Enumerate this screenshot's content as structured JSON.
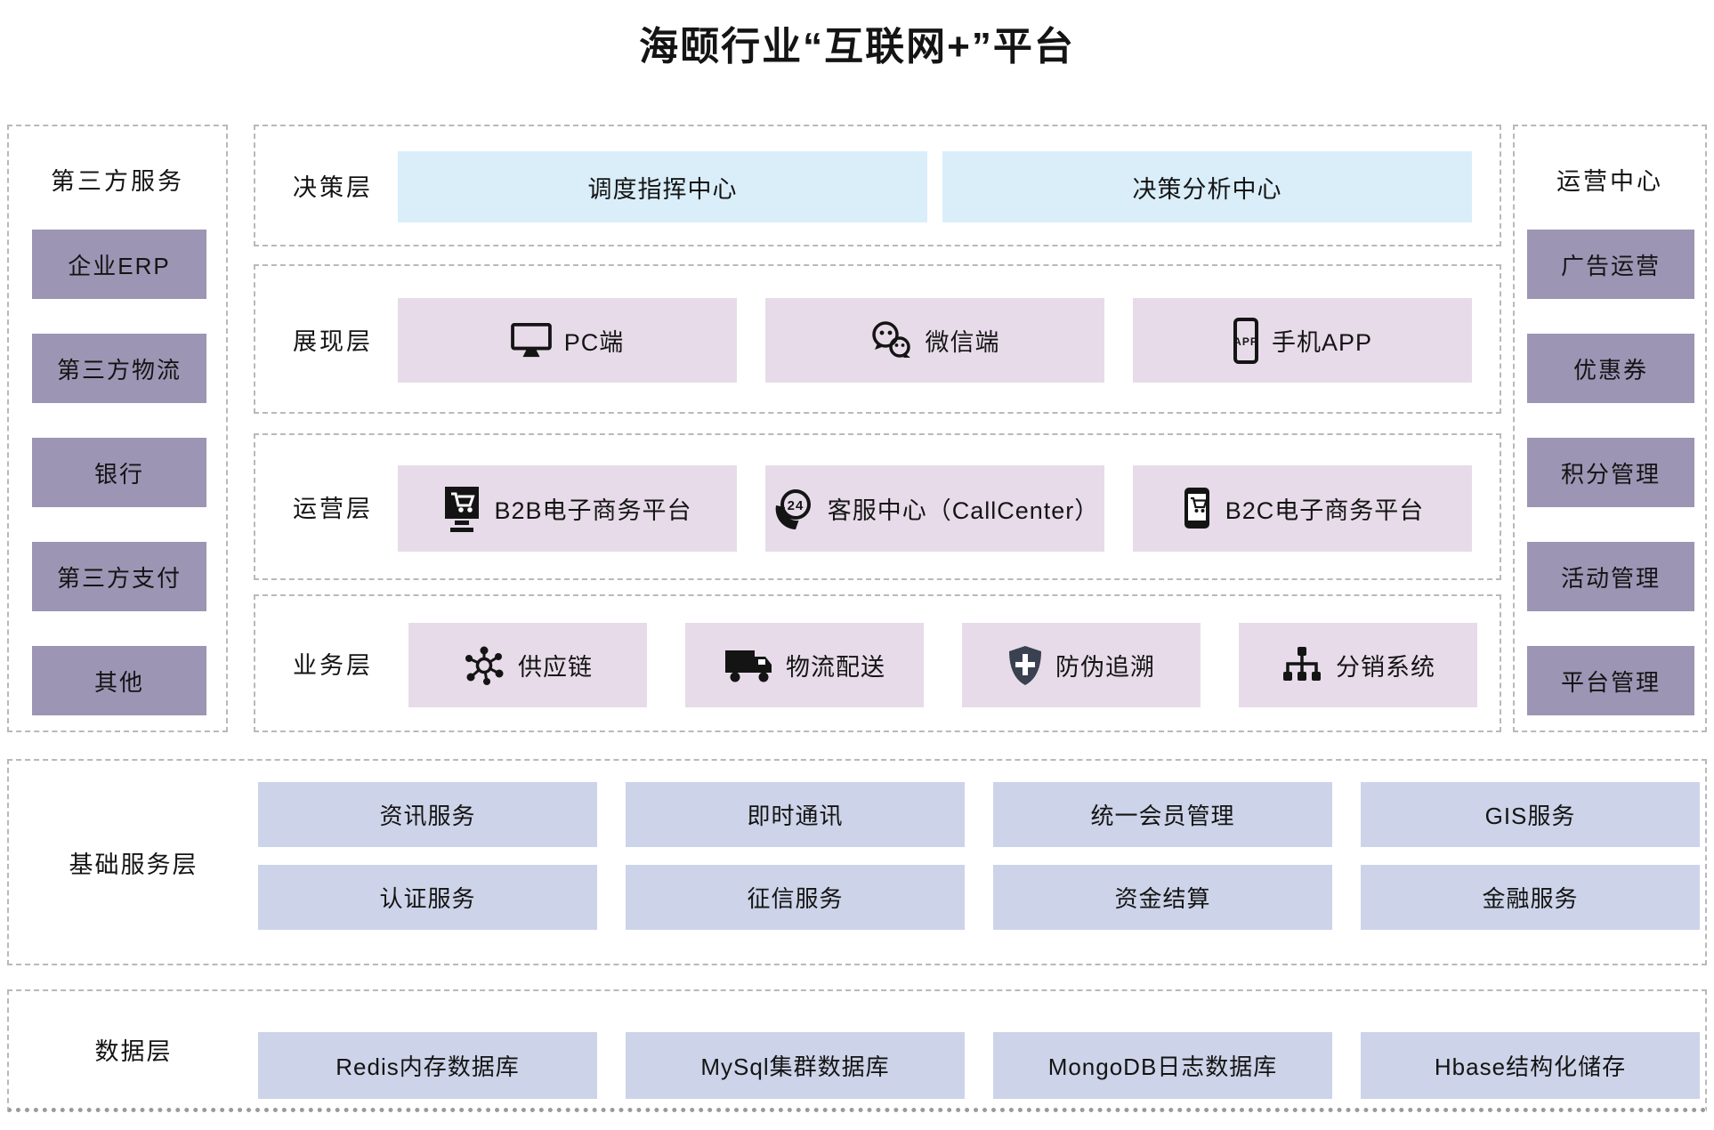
{
  "title": "海颐行业“互联网+”平台",
  "colors": {
    "box-purple": "#9c95b4",
    "box-blue": "#daeefa",
    "box-pink": "#e7dbe9",
    "box-periwinkle": "#cdd3e8",
    "border-gray": "#b9b9b9",
    "text-dark": "#141414"
  },
  "left_panel": {
    "header": "第三方服务",
    "items": [
      "企业ERP",
      "第三方物流",
      "银行",
      "第三方支付",
      "其他"
    ]
  },
  "right_panel": {
    "header": "运营中心",
    "items": [
      "广告运营",
      "优惠券",
      "积分管理",
      "活动管理",
      "平台管理"
    ]
  },
  "layers": [
    {
      "label": "决策层",
      "boxes": [
        {
          "label": "调度指挥中心"
        },
        {
          "label": "决策分析中心"
        }
      ]
    },
    {
      "label": "展现层",
      "boxes": [
        {
          "label": "PC端",
          "icon": "monitor-icon"
        },
        {
          "label": "微信端",
          "icon": "wechat-icon"
        },
        {
          "label": "手机APP",
          "icon": "phone-app-icon"
        }
      ]
    },
    {
      "label": "运营层",
      "boxes": [
        {
          "label": "B2B电子商务平台",
          "icon": "cart-monitor-icon"
        },
        {
          "label": "客服中心（CallCenter）",
          "icon": "callcenter-24h-icon"
        },
        {
          "label": "B2C电子商务平台",
          "icon": "mobile-shopping-icon"
        }
      ]
    },
    {
      "label": "业务层",
      "boxes": [
        {
          "label": "供应链",
          "icon": "supply-network-icon"
        },
        {
          "label": "物流配送",
          "icon": "truck-icon"
        },
        {
          "label": "防伪追溯",
          "icon": "shield-plus-icon"
        },
        {
          "label": "分销系统",
          "icon": "hierarchy-icon"
        }
      ]
    }
  ],
  "base_service_layer": {
    "label": "基础服务层",
    "rows": [
      [
        "资讯服务",
        "即时通讯",
        "统一会员管理",
        "GIS服务"
      ],
      [
        "认证服务",
        "征信服务",
        "资金结算",
        "金融服务"
      ]
    ]
  },
  "data_layer": {
    "label": "数据层",
    "items": [
      "Redis内存数据库",
      "MySql集群数据库",
      "MongoDB日志数据库",
      "Hbase结构化储存"
    ]
  }
}
